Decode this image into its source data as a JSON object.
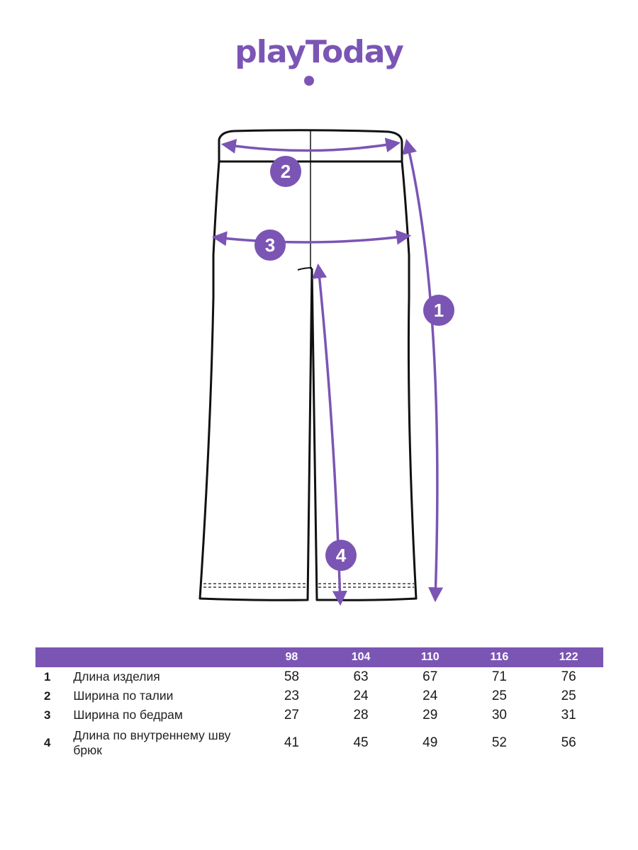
{
  "brand": {
    "name": "playToday",
    "color": "#7b55b4"
  },
  "diagram": {
    "badges": [
      {
        "id": "1",
        "label": "1"
      },
      {
        "id": "2",
        "label": "2"
      },
      {
        "id": "3",
        "label": "3"
      },
      {
        "id": "4",
        "label": "4"
      }
    ]
  },
  "table": {
    "header": [
      "",
      "",
      "98",
      "104",
      "110",
      "116",
      "122"
    ],
    "rows": [
      {
        "num": "1",
        "label": "Длина изделия",
        "values": [
          "58",
          "63",
          "67",
          "71",
          "76"
        ]
      },
      {
        "num": "2",
        "label": "Ширина по талии",
        "values": [
          "23",
          "24",
          "24",
          "25",
          "25"
        ]
      },
      {
        "num": "3",
        "label": "Ширина по бедрам",
        "values": [
          "27",
          "28",
          "29",
          "30",
          "31"
        ]
      },
      {
        "num": "4",
        "label": "Длина по внутреннему шву брюк",
        "values": [
          "41",
          "45",
          "49",
          "52",
          "56"
        ]
      }
    ]
  }
}
